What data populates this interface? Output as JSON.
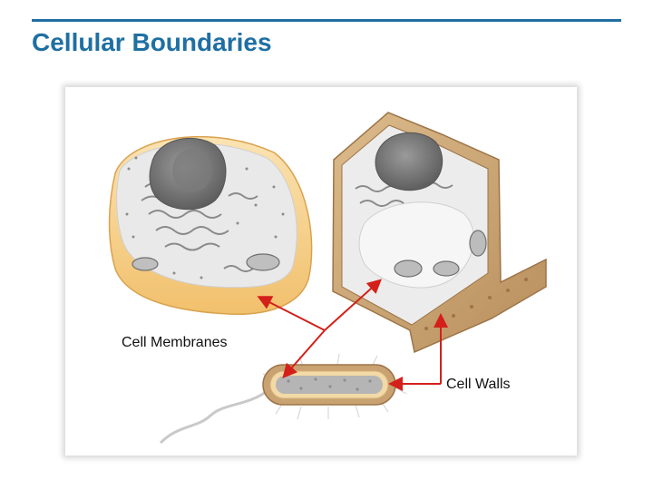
{
  "slide": {
    "title": "Cellular Boundaries"
  },
  "diagram": {
    "labels": {
      "membranes": "Cell Membranes",
      "walls": "Cell Walls"
    },
    "colors": {
      "title": "#1f6fa3",
      "arrow": "#d4201a",
      "membrane_yellow": "#f5c97a",
      "wall_tan": "#c9a272",
      "cytoplasm": "#e6e6e6"
    }
  }
}
